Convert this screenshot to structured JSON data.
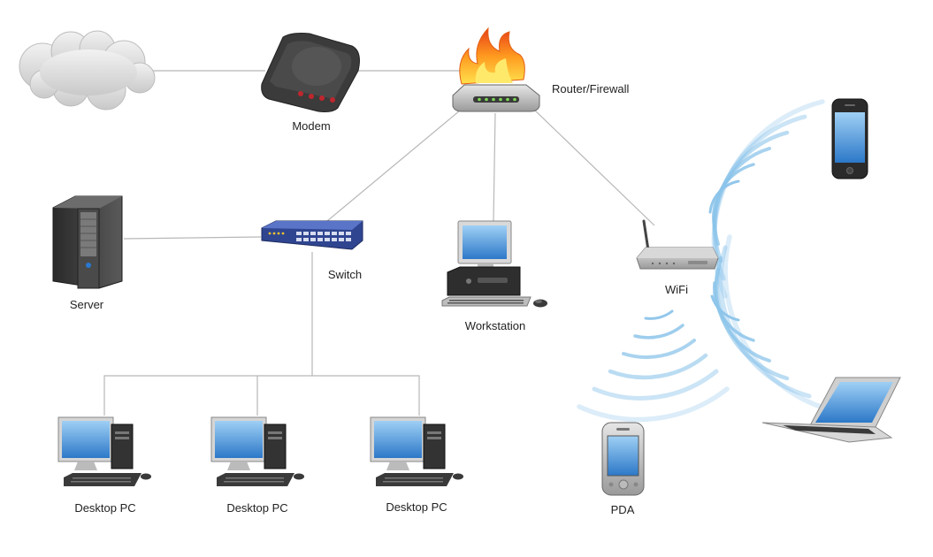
{
  "nodes": {
    "modem": {
      "label": "Modem",
      "icon": "modem-icon"
    },
    "router": {
      "label": "Router/Firewall",
      "icon": "router-firewall-icon"
    },
    "server": {
      "label": "Server",
      "icon": "server-icon"
    },
    "switch": {
      "label": "Switch",
      "icon": "switch-icon"
    },
    "workstation": {
      "label": "Workstation",
      "icon": "workstation-icon"
    },
    "wifi": {
      "label": "WiFi",
      "icon": "wifi-router-icon"
    },
    "desktops": [
      {
        "label": "Desktop PC",
        "icon": "desktop-pc-icon"
      },
      {
        "label": "Desktop PC",
        "icon": "desktop-pc-icon"
      },
      {
        "label": "Desktop PC",
        "icon": "desktop-pc-icon"
      }
    ],
    "pda": {
      "label": "PDA",
      "icon": "pda-icon"
    },
    "cloud": {
      "icon": "internet-cloud-icon"
    },
    "phone": {
      "icon": "smartphone-icon"
    },
    "laptop": {
      "icon": "laptop-icon"
    }
  },
  "colors": {
    "link": "#b8b8b8",
    "wave": "#8cc4ea",
    "screen": "#3f8fd8",
    "device_dark": "#3a3a3a",
    "switch_blue": "#3a4f9a",
    "flame": "#f7941d"
  }
}
